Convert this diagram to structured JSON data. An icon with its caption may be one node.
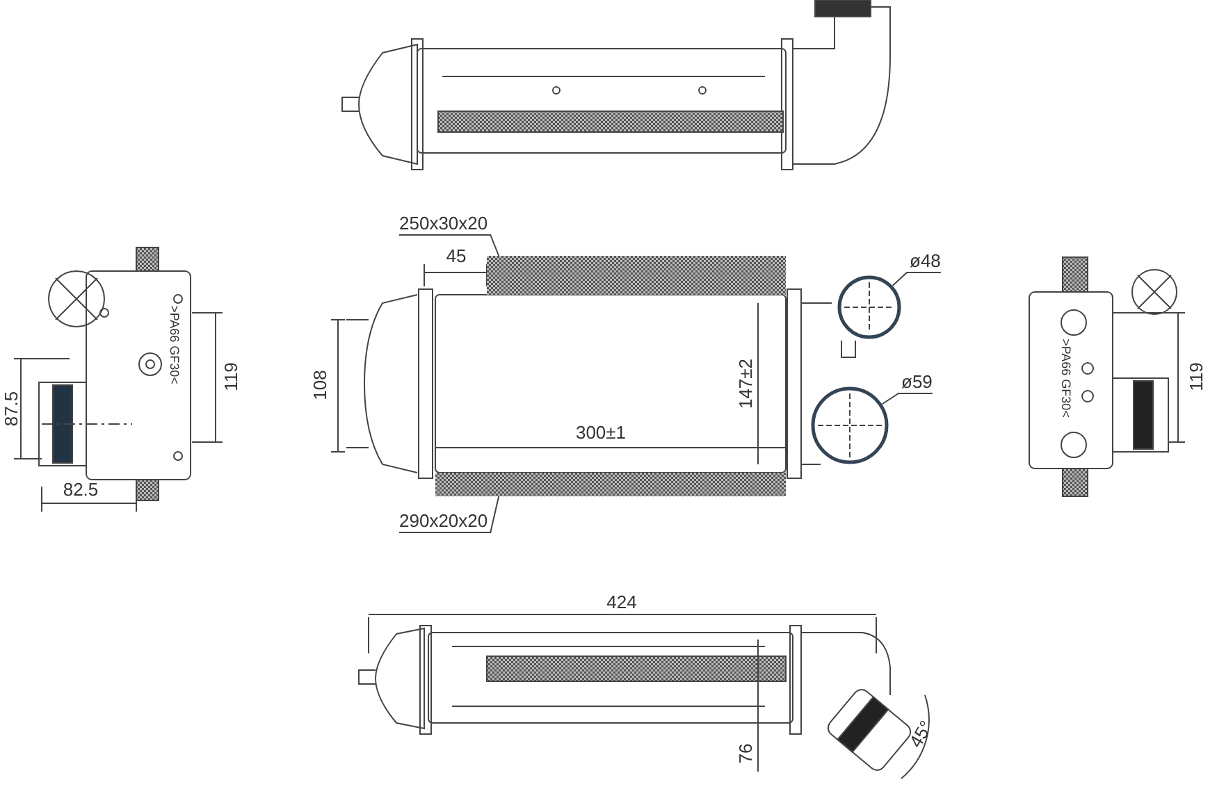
{
  "diagram": {
    "nodes": [
      {
        "text": [
          "250x30x20"
        ]
      },
      {
        "text": [],
        "shape": "bar"
      },
      {
        "text": [
          "ø48"
        ]
      },
      {
        "text": [],
        "shape": "circle"
      },
      {
        "text": [
          "ø59"
        ]
      },
      {
        "text": [],
        "shape": "circle"
      },
      {
        "text": [
          "290x20x20"
        ]
      },
      {
        "text": [],
        "shape": "bar"
      }
    ],
    "edges": [
      {
        "from": 0,
        "to": 1,
        "arrow": "none"
      },
      {
        "from": 2,
        "to": 3,
        "arrow": "none"
      },
      {
        "from": 4,
        "to": 5,
        "arrow": "none"
      },
      {
        "from": 6,
        "to": 7,
        "arrow": "none"
      }
    ],
    "labels": [
      "45",
      "119",
      ">PA66 GF30<",
      "108",
      "147±2",
      ">PA66 GF30<",
      "119",
      "87.5",
      "300±1",
      "82.5",
      "424",
      "76",
      "45°"
    ]
  }
}
